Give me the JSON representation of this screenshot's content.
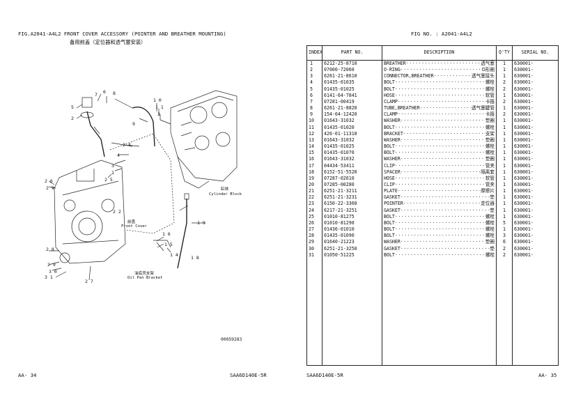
{
  "left_page": {
    "fig_title": "FIG.A2041-A4L2 FRONT COVER ACCESSORY (POINTER AND BREATHER MOUNTING)",
    "fig_subtitle_cn": "备用前盖（定位器和透气塞安装）",
    "footer_left": "AA-  34",
    "footer_model": "SAA6D140E-5R",
    "drawing_number": "00059283",
    "callouts": [
      "1",
      "2",
      "3",
      "4",
      "5",
      "6",
      "7",
      "8",
      "9",
      "10",
      "11",
      "12",
      "13",
      "14",
      "15",
      "16",
      "17",
      "18",
      "19",
      "20",
      "21",
      "22",
      "23",
      "24",
      "25",
      "26",
      "27",
      "28",
      "29",
      "30",
      "31"
    ],
    "labels": {
      "cylinder_block_cn": "缸体",
      "cylinder_block_en": "Cylinder Block",
      "front_cover_cn": "前盖",
      "front_cover_en": "Front Cover",
      "oil_pan_bracket_cn": "油底壳支架",
      "oil_pan_bracket_en": "Oil Pan Bracket"
    }
  },
  "right_page": {
    "fig_no": "FIG NO.  : A2041-A4L2",
    "footer_model": "SAA6D140E-5R",
    "footer_right": "AA-   35",
    "columns": [
      "INDEX",
      "PART  NO.",
      "DESCRIPTION",
      "Q'TY",
      "SERIAL NO."
    ],
    "parts": [
      {
        "idx": "1",
        "pn": "6212-25-8710",
        "en": "BREATHER",
        "cn": "透气塞",
        "qty": "1",
        "sn": "630001-"
      },
      {
        "idx": "2",
        "pn": "07000-72060",
        "en": "O-RING",
        "cn": "O形圈",
        "qty": "1",
        "sn": "630001-"
      },
      {
        "idx": "3",
        "pn": "6261-21-8610",
        "en": "CONNECTOR,BREATHER",
        "cn": "透气塞接头",
        "qty": "1",
        "sn": "630001-"
      },
      {
        "idx": "4",
        "pn": "01435-01035",
        "en": "BOLT",
        "cn": "螺栓",
        "qty": "2",
        "sn": "630001-"
      },
      {
        "idx": "5",
        "pn": "01435-01025",
        "en": "BOLT",
        "cn": "螺栓",
        "qty": "2",
        "sn": "630001-"
      },
      {
        "idx": "6",
        "pn": "6141-64-7841",
        "en": "HOSE",
        "cn": "软管",
        "qty": "1",
        "sn": "630001-"
      },
      {
        "idx": "7",
        "pn": "07281-00419",
        "en": "CLAMP",
        "cn": "卡箍",
        "qty": "2",
        "sn": "630001-"
      },
      {
        "idx": "8",
        "pn": "6261-21-8820",
        "en": "TUBE,BREATHER",
        "cn": "透气塞腱管",
        "qty": "1",
        "sn": "630001-"
      },
      {
        "idx": "9",
        "pn": "154-04-12420",
        "en": "CLAMP",
        "cn": "卡箍",
        "qty": "2",
        "sn": "630001-"
      },
      {
        "idx": "10",
        "pn": "01643-31032",
        "en": "WASHER",
        "cn": "垫圈",
        "qty": "1",
        "sn": "630001-"
      },
      {
        "idx": "11",
        "pn": "01435-01020",
        "en": "BOLT",
        "cn": "螺栓",
        "qty": "1",
        "sn": "630001-"
      },
      {
        "idx": "12",
        "pn": "426-01-11310",
        "en": "BRACKET",
        "cn": "支架",
        "qty": "1",
        "sn": "630001-"
      },
      {
        "idx": "13",
        "pn": "01643-31032",
        "en": "WASHER",
        "cn": "垫圈",
        "qty": "1",
        "sn": "630001-"
      },
      {
        "idx": "14",
        "pn": "01435-01025",
        "en": "BOLT",
        "cn": "螺栓",
        "qty": "1",
        "sn": "630001-"
      },
      {
        "idx": "15",
        "pn": "01435-01070",
        "en": "BOLT",
        "cn": "螺栓",
        "qty": "1",
        "sn": "630001-"
      },
      {
        "idx": "16",
        "pn": "01643-31032",
        "en": "WASHER",
        "cn": "垫圈",
        "qty": "1",
        "sn": "630001-"
      },
      {
        "idx": "17",
        "pn": "04434-53411",
        "en": "CLIP",
        "cn": "管夹",
        "qty": "1",
        "sn": "630001-"
      },
      {
        "idx": "18",
        "pn": "6152-51-5520",
        "en": "SPACER",
        "cn": "隔离套",
        "qty": "1",
        "sn": "630001-"
      },
      {
        "idx": "19",
        "pn": "07287-02610",
        "en": "HOSE",
        "cn": "软管",
        "qty": "1",
        "sn": "630001-"
      },
      {
        "idx": "20",
        "pn": "07285-00280",
        "en": "CLIP",
        "cn": "管夹",
        "qty": "1",
        "sn": "630001-"
      },
      {
        "idx": "21",
        "pn": "6251-21-3211",
        "en": "PLATE",
        "cn": "摩擦片",
        "qty": "1",
        "sn": "630001-"
      },
      {
        "idx": "22",
        "pn": "6251-21-3231",
        "en": "GASKET",
        "cn": "垫",
        "qty": "1",
        "sn": "630001-"
      },
      {
        "idx": "23",
        "pn": "6150-22-3360",
        "en": "POINTER",
        "cn": "定位器",
        "qty": "1",
        "sn": "630001-"
      },
      {
        "idx": "24",
        "pn": "6217-21-3251",
        "en": "GASKET",
        "cn": "垫",
        "qty": "1",
        "sn": "630001-"
      },
      {
        "idx": "25",
        "pn": "01010-81275",
        "en": "BOLT",
        "cn": "螺栓",
        "qty": "1",
        "sn": "630001-"
      },
      {
        "idx": "26",
        "pn": "01010-81290",
        "en": "BOLT",
        "cn": "螺栓",
        "qty": "5",
        "sn": "630001-"
      },
      {
        "idx": "27",
        "pn": "01436-01010",
        "en": "BOLT",
        "cn": "螺栓",
        "qty": "1",
        "sn": "630001-"
      },
      {
        "idx": "28",
        "pn": "01435-01090",
        "en": "BOLT",
        "cn": "螺栓",
        "qty": "3",
        "sn": "630001-"
      },
      {
        "idx": "29",
        "pn": "01640-21223",
        "en": "WASHER",
        "cn": "垫圈",
        "qty": "6",
        "sn": "630001-"
      },
      {
        "idx": "30",
        "pn": "6251-21-3250",
        "en": "GASKET",
        "cn": "垫",
        "qty": "2",
        "sn": "630001-"
      },
      {
        "idx": "31",
        "pn": "01050-51225",
        "en": "BOLT",
        "cn": "螺栓",
        "qty": "2",
        "sn": "630001-"
      }
    ]
  }
}
